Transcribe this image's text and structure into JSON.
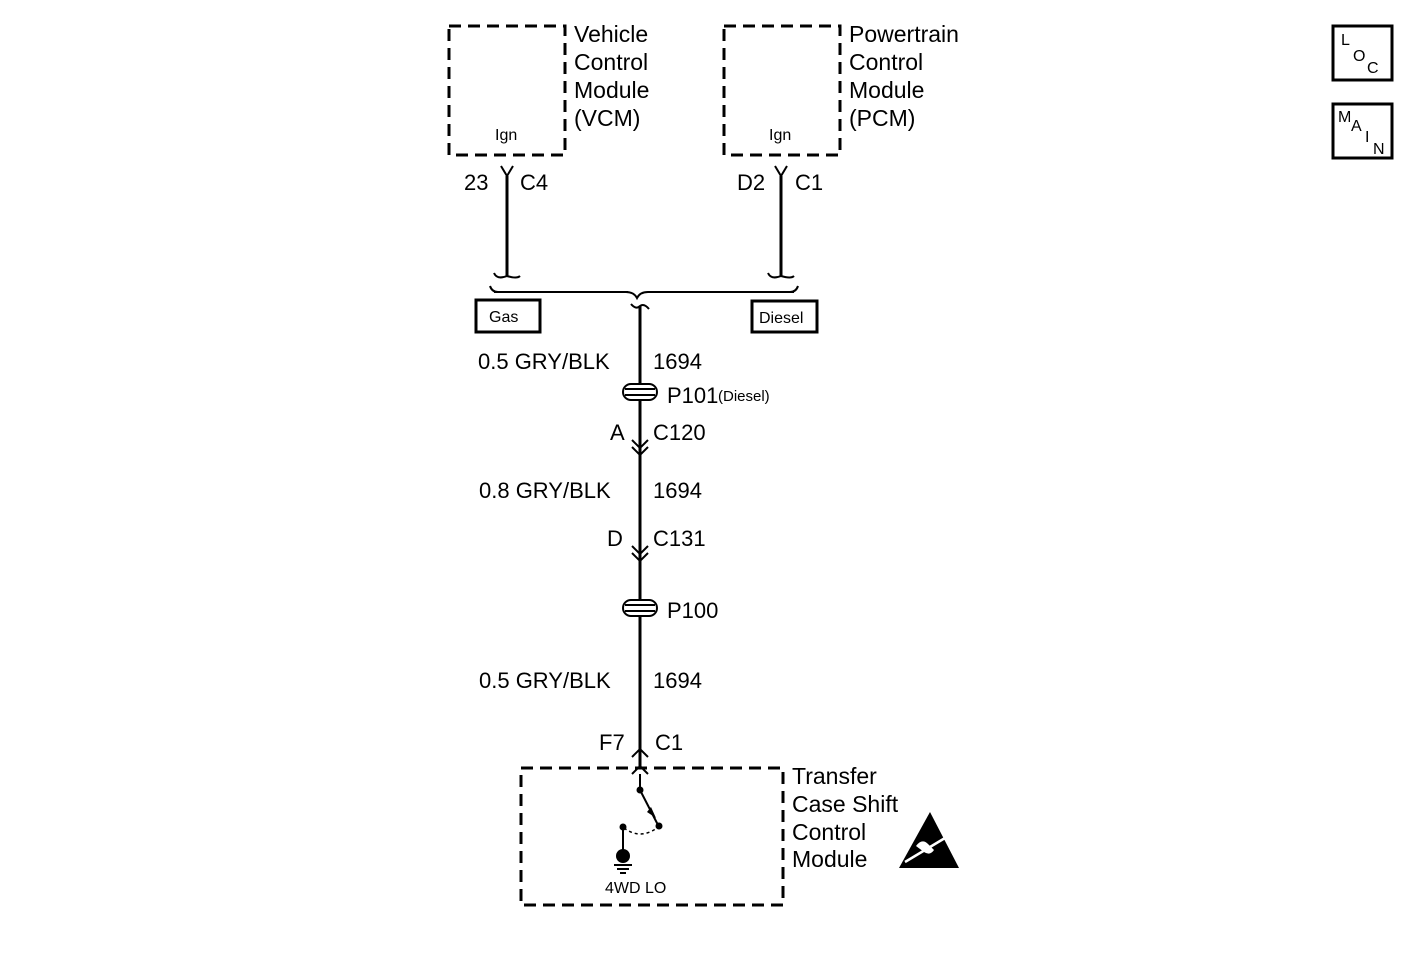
{
  "modules": {
    "vcm": {
      "name": [
        "Vehicle",
        "Control",
        "Module",
        "(VCM)"
      ],
      "pin_label": "Ign",
      "pin": "23",
      "connector": "C4"
    },
    "pcm": {
      "name": [
        "Powertrain",
        "Control",
        "Module",
        "(PCM)"
      ],
      "pin_label": "Ign",
      "pin": "D2",
      "connector": "C1"
    },
    "tccm": {
      "name": [
        "Transfer",
        "Case Shift",
        "Control",
        "Module"
      ],
      "switch_label": "4WD LO",
      "pin": "F7",
      "connector": "C1"
    }
  },
  "options": {
    "gas": "Gas",
    "diesel": "Diesel"
  },
  "wires": [
    {
      "gauge_color": "0.5 GRY/BLK",
      "circuit": "1694"
    },
    {
      "gauge_color": "0.8 GRY/BLK",
      "circuit": "1694"
    },
    {
      "gauge_color": "0.5 GRY/BLK",
      "circuit": "1694"
    }
  ],
  "splices": [
    {
      "id": "P101",
      "note": "(Diesel)"
    },
    {
      "id": "P100",
      "note": ""
    }
  ],
  "connectors": [
    {
      "pin": "A",
      "id": "C120"
    },
    {
      "pin": "D",
      "id": "C131"
    }
  ],
  "nav": {
    "loc": [
      "L",
      "O",
      "C"
    ],
    "main": [
      "M",
      "A",
      "I",
      "N"
    ]
  }
}
